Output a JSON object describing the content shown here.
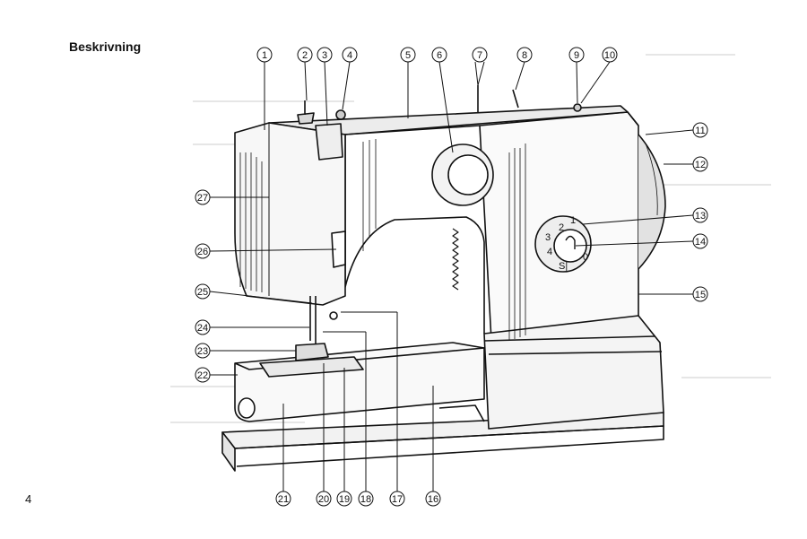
{
  "page": {
    "heading": "Beskrivning",
    "page_number": "4"
  },
  "callouts": [
    "1",
    "2",
    "3",
    "4",
    "5",
    "6",
    "7",
    "8",
    "9",
    "10",
    "11",
    "12",
    "13",
    "14",
    "15",
    "16",
    "17",
    "18",
    "19",
    "20",
    "21",
    "22",
    "23",
    "24",
    "25",
    "26",
    "27"
  ],
  "stitch_dial": {
    "numbers": [
      "1",
      "2",
      "3",
      "4",
      "0"
    ],
    "symbol": "S|"
  }
}
